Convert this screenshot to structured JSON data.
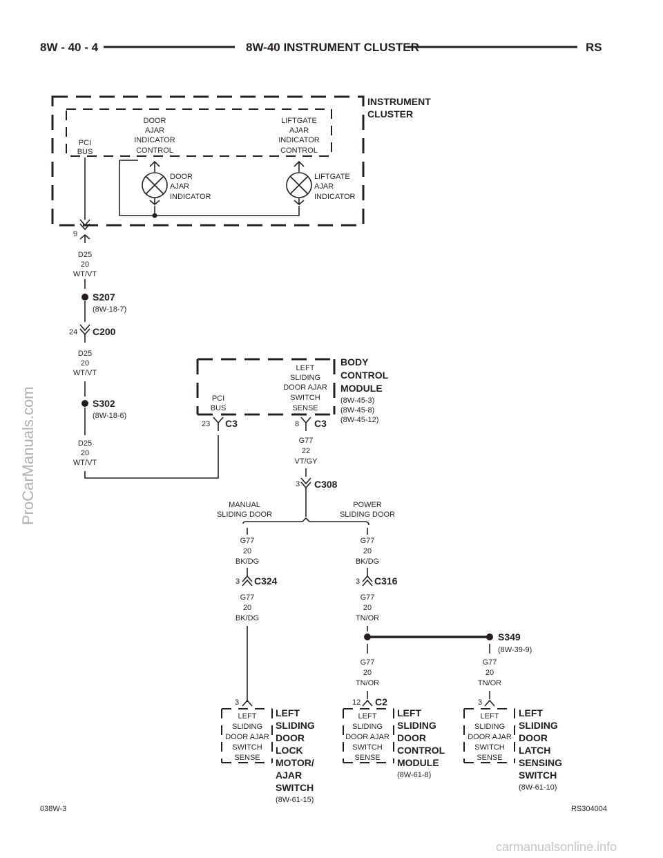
{
  "header": {
    "page_number": "8W - 40 - 4",
    "title": "8W-40 INSTRUMENT CLUSTER",
    "model": "RS"
  },
  "footer": {
    "figure_id": "038W-3",
    "drawing_id": "RS304004"
  },
  "watermarks": {
    "side": "ProCarManuals.com",
    "bottom": "carmanualsonline.info"
  },
  "cluster": {
    "name_line1": "INSTRUMENT",
    "name_line2": "CLUSTER",
    "pci": [
      "PCI",
      "BUS"
    ],
    "door_control": [
      "DOOR",
      "AJAR",
      "INDICATOR",
      "CONTROL"
    ],
    "liftgate_control": [
      "LIFTGATE",
      "AJAR",
      "INDICATOR",
      "CONTROL"
    ],
    "door_indicator": [
      "DOOR",
      "AJAR",
      "INDICATOR"
    ],
    "liftgate_indicator": [
      "LIFTGATE",
      "AJAR",
      "INDICATOR"
    ],
    "pin": "9"
  },
  "wire_d25": [
    "D25",
    "20",
    "WT/VT"
  ],
  "splice_s207": {
    "name": "S207",
    "ref": "(8W-18-7)"
  },
  "conn_c200": {
    "name": "C200",
    "pin": "24"
  },
  "splice_s302": {
    "name": "S302",
    "ref": "(8W-18-6)"
  },
  "bcm": {
    "name": [
      "BODY",
      "CONTROL",
      "MODULE"
    ],
    "refs": [
      "(8W-45-3)",
      "(8W-45-8)",
      "(8W-45-12)"
    ],
    "pci": [
      "PCI",
      "BUS"
    ],
    "sense": [
      "LEFT",
      "SLIDING",
      "DOOR AJAR",
      "SWITCH",
      "SENSE"
    ],
    "pin_pci": "23",
    "pin_sense": "8",
    "conn": "C3"
  },
  "wire_g77_22": [
    "G77",
    "22",
    "VT/GY"
  ],
  "conn_c308": {
    "name": "C308",
    "pin": "3"
  },
  "branches": {
    "manual": [
      "MANUAL",
      "SLIDING DOOR"
    ],
    "power": [
      "POWER",
      "SLIDING DOOR"
    ]
  },
  "wire_g77_bkdg": [
    "G77",
    "20",
    "BK/DG"
  ],
  "wire_g77_tnor": [
    "G77",
    "20",
    "TN/OR"
  ],
  "conn_c324": {
    "name": "C324",
    "pin": "3"
  },
  "conn_c316": {
    "name": "C316",
    "pin": "3"
  },
  "splice_s349": {
    "name": "S349",
    "ref": "(8W-39-9)"
  },
  "conn_c2": {
    "name": "C2",
    "pin": "12"
  },
  "pin_3": "3",
  "switch_sense": [
    "LEFT",
    "SLIDING",
    "DOOR AJAR",
    "SWITCH",
    "SENSE"
  ],
  "comp_lock": {
    "name": [
      "LEFT",
      "SLIDING",
      "DOOR",
      "LOCK",
      "MOTOR/",
      "AJAR",
      "SWITCH"
    ],
    "ref": "(8W-61-15)"
  },
  "comp_sdcm": {
    "name": [
      "LEFT",
      "SLIDING",
      "DOOR",
      "CONTROL",
      "MODULE"
    ],
    "ref": "(8W-61-8)"
  },
  "comp_latch": {
    "name": [
      "LEFT",
      "SLIDING",
      "DOOR",
      "LATCH",
      "SENSING",
      "SWITCH"
    ],
    "ref": "(8W-61-10)"
  }
}
